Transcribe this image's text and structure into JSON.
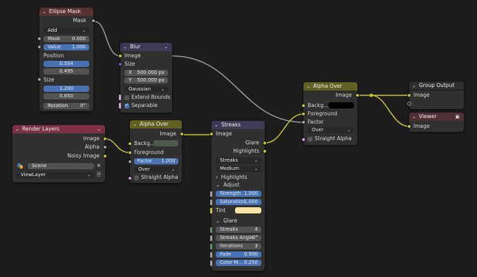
{
  "colors": {
    "socket_color": "#c7c729",
    "socket_float": "#a1a1a1",
    "socket_vector": "#6363c7",
    "socket_shader": "#cca6d6",
    "field_blue": "#4772b3",
    "field_gray": "#545454",
    "header_filter": "#3e3a55",
    "header_mask": "#5a3131",
    "header_layers": "#7c3245",
    "header_color": "#616123",
    "tint_color": "#f5e3a8",
    "foreground_swatch": "#4d5a4d",
    "background_swatch": "#000000"
  },
  "ellipse_mask": {
    "title": "Ellipse Mask",
    "output_mask": "Mask",
    "mode": "Add",
    "mask_label": "Mask",
    "mask_value": "0.000",
    "value_label": "Value",
    "value_value": "1.000",
    "position_label": "Position",
    "pos_x": "0.504",
    "pos_y": "0.495",
    "size_label": "Size",
    "size_x": "1.200",
    "size_y": "0.850",
    "rotation_label": "Rotation",
    "rotation_value": "0°"
  },
  "blur": {
    "title": "Blur",
    "input_image": "Image",
    "input_size": "Size",
    "x_label": "X",
    "x_value": "500.000 px",
    "y_label": "Y",
    "y_value": "500.000 px",
    "filter": "Gaussian",
    "extend_bounds": "Extend Bounds",
    "separable": "Separable"
  },
  "render_layers": {
    "title": "Render Layers",
    "out_image": "Image",
    "out_alpha": "Alpha",
    "out_noisy": "Noisy Image",
    "scene": "Scene",
    "view_layer": "ViewLayer"
  },
  "alpha_over_1": {
    "title": "Alpha Over",
    "out_image": "Image",
    "in_background": "Backg...",
    "in_foreground": "Foreground",
    "factor_label": "Factor",
    "factor_value": "1.000",
    "mode": "Over",
    "straight_alpha": "Straight Alpha"
  },
  "streaks": {
    "title": "Streaks",
    "in_image": "Image",
    "out_glare": "Glare",
    "out_highlights": "Highlights",
    "type": "Streaks",
    "quality": "Medium",
    "panel_highlights": "Highlights",
    "panel_adjust": "Adjust",
    "strength_label": "Strength",
    "strength_value": "1.000",
    "saturation_label": "Saturation",
    "saturation_value": "1.000",
    "tint_label": "Tint",
    "panel_glare": "Glare",
    "streaks_label": "Streaks",
    "streaks_value": "4",
    "angle_label": "Streaks Angle",
    "angle_value": "0°",
    "iterations_label": "Iterations",
    "iterations_value": "3",
    "fade_label": "Fade",
    "fade_value": "0.900",
    "color_mod_label": "Color M...",
    "color_mod_value": "0.250"
  },
  "alpha_over_2": {
    "title": "Alpha Over",
    "out_image": "Image",
    "in_background": "Backg...",
    "in_foreground": "Foreground",
    "in_factor": "Factor",
    "mode": "Over",
    "straight_alpha": "Straight Alpha"
  },
  "group_output": {
    "title": "Group Output",
    "in_image": "Image"
  },
  "viewer": {
    "title": "Viewer",
    "in_image": "Image"
  }
}
